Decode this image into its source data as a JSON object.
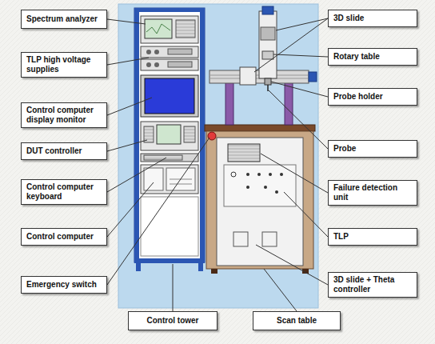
{
  "diagram": {
    "nodes": [
      {
        "text": [
          "Spectrum analyzer"
        ]
      },
      {
        "text": [
          "TLP high voltage supplies"
        ]
      },
      {
        "text": [
          "Control computer display monitor"
        ]
      },
      {
        "text": [
          "DUT controller"
        ]
      },
      {
        "text": [
          "Control computer keyboard"
        ]
      },
      {
        "text": [
          "Control computer"
        ]
      },
      {
        "text": [
          "Emergency switch"
        ]
      },
      {
        "text": [
          "3D slide"
        ]
      },
      {
        "text": [
          "Rotary table"
        ]
      },
      {
        "text": [
          "Probe holder"
        ]
      },
      {
        "text": [
          "Probe"
        ]
      },
      {
        "text": [
          "Failure detection unit"
        ]
      },
      {
        "text": [
          "TLP"
        ]
      },
      {
        "text": [
          "3D slide + Theta controller"
        ]
      },
      {
        "text": [
          "Control tower"
        ]
      },
      {
        "text": [
          "Scan table"
        ]
      }
    ]
  }
}
